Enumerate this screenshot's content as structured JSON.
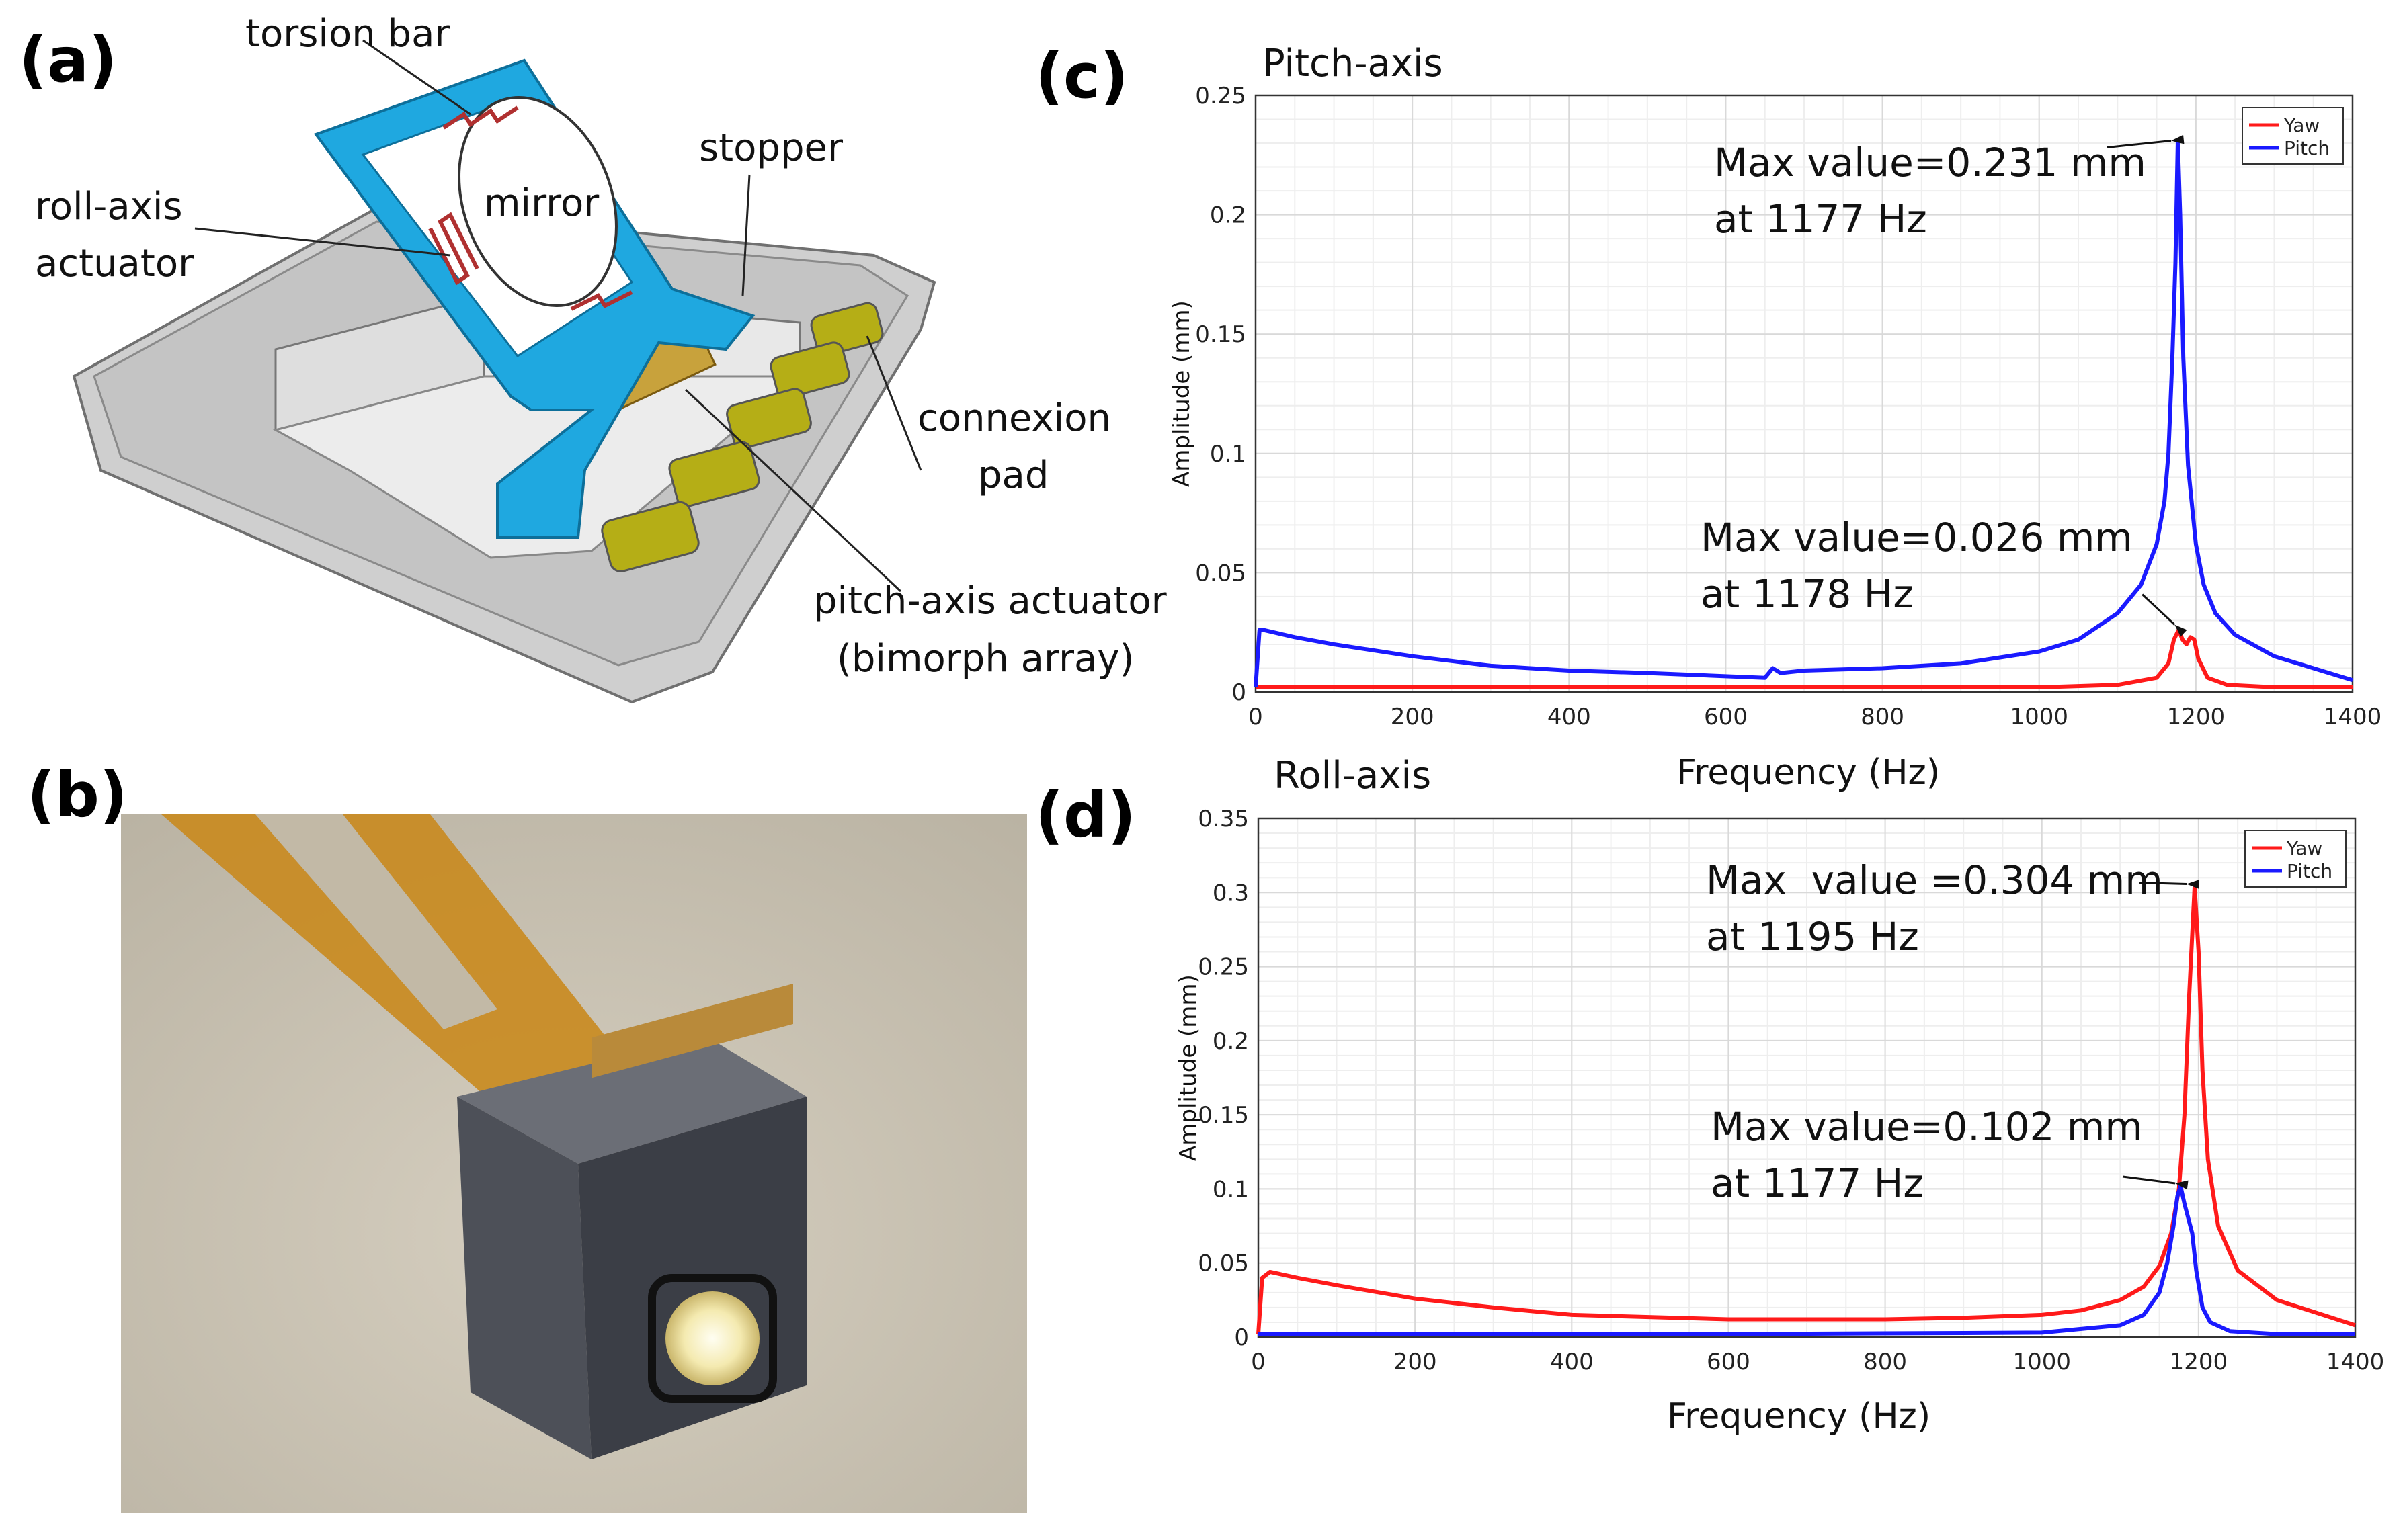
{
  "panels": {
    "a": "(a)",
    "b": "(b)",
    "c": "(c)",
    "d": "(d)"
  },
  "diagram": {
    "torsion_bar": "torsion bar",
    "mirror": "mirror",
    "stopper": "stopper",
    "roll_axis_1": "roll-axis",
    "roll_axis_2": "actuator",
    "connexion_1": "connexion",
    "connexion_2": "pad",
    "pitch_1": "pitch-axis actuator",
    "pitch_2": "(bimorph array)",
    "colors": {
      "frame": "#1fa8e0",
      "body": "#c9c9c9",
      "pad": "#b5ae16",
      "coil": "#c8a23c"
    }
  },
  "annotations": {
    "c_max_pitch": "Max value=0.231 mm\nat 1177 Hz",
    "c_max_yaw": "Max value=0.026 mm\nat 1178 Hz",
    "d_max_yaw": "Max  value =0.304 mm\nat 1195 Hz",
    "d_max_pitch": "Max value=0.102 mm\nat 1177 Hz"
  },
  "chart_data": [
    {
      "type": "line",
      "title": "Pitch-axis",
      "xlabel": "Frequency (Hz)",
      "ylabel": "Amplitude (mm)",
      "xlim": [
        0,
        1400
      ],
      "ylim": [
        0,
        0.25
      ],
      "xticks": [
        "0",
        "200",
        "400",
        "600",
        "800",
        "1000",
        "1200",
        "1400"
      ],
      "yticks": [
        "0",
        "0.05",
        "0.1",
        "0.15",
        "0.2",
        "0.25"
      ],
      "grid": true,
      "legend": "top-right",
      "series": [
        {
          "name": "Yaw",
          "color": "#ff1a1a",
          "x": [
            0,
            200,
            600,
            1000,
            1100,
            1150,
            1165,
            1172,
            1178,
            1183,
            1188,
            1193,
            1198,
            1203,
            1215,
            1240,
            1300,
            1400
          ],
          "y": [
            0.002,
            0.002,
            0.002,
            0.002,
            0.003,
            0.006,
            0.012,
            0.022,
            0.026,
            0.022,
            0.02,
            0.023,
            0.022,
            0.014,
            0.006,
            0.003,
            0.002,
            0.002
          ]
        },
        {
          "name": "Pitch",
          "color": "#1a1aff",
          "x": [
            0,
            5,
            10,
            50,
            100,
            200,
            300,
            400,
            500,
            650,
            660,
            670,
            700,
            800,
            900,
            1000,
            1050,
            1100,
            1130,
            1150,
            1160,
            1165,
            1170,
            1174,
            1177,
            1180,
            1184,
            1190,
            1200,
            1210,
            1225,
            1250,
            1300,
            1400
          ],
          "y": [
            0.002,
            0.026,
            0.026,
            0.023,
            0.02,
            0.015,
            0.011,
            0.009,
            0.008,
            0.006,
            0.01,
            0.008,
            0.009,
            0.01,
            0.012,
            0.017,
            0.022,
            0.033,
            0.045,
            0.062,
            0.08,
            0.1,
            0.14,
            0.18,
            0.231,
            0.2,
            0.14,
            0.095,
            0.062,
            0.045,
            0.033,
            0.024,
            0.015,
            0.005
          ]
        }
      ]
    },
    {
      "type": "line",
      "title": "Roll-axis",
      "xlabel": "Frequency (Hz)",
      "ylabel": "Amplitude (mm)",
      "xlim": [
        0,
        1400
      ],
      "ylim": [
        0,
        0.35
      ],
      "xticks": [
        "0",
        "200",
        "400",
        "600",
        "800",
        "1000",
        "1200",
        "1400"
      ],
      "yticks": [
        "0",
        "0.05",
        "0.1",
        "0.15",
        "0.2",
        "0.25",
        "0.3",
        "0.35"
      ],
      "grid": true,
      "legend": "top-right",
      "series": [
        {
          "name": "Yaw",
          "color": "#ff1a1a",
          "x": [
            0,
            5,
            15,
            50,
            100,
            200,
            300,
            400,
            600,
            800,
            900,
            1000,
            1050,
            1100,
            1130,
            1150,
            1165,
            1175,
            1182,
            1188,
            1195,
            1200,
            1205,
            1212,
            1225,
            1250,
            1300,
            1400
          ],
          "y": [
            0.002,
            0.04,
            0.044,
            0.04,
            0.035,
            0.026,
            0.02,
            0.015,
            0.012,
            0.012,
            0.013,
            0.015,
            0.018,
            0.025,
            0.034,
            0.048,
            0.07,
            0.1,
            0.15,
            0.23,
            0.304,
            0.26,
            0.18,
            0.12,
            0.075,
            0.045,
            0.025,
            0.008
          ]
        },
        {
          "name": "Pitch",
          "color": "#1a1aff",
          "x": [
            0,
            600,
            1000,
            1100,
            1130,
            1150,
            1160,
            1168,
            1173,
            1177,
            1182,
            1187,
            1192,
            1197,
            1205,
            1215,
            1240,
            1300,
            1400
          ],
          "y": [
            0.002,
            0.002,
            0.003,
            0.008,
            0.015,
            0.03,
            0.05,
            0.075,
            0.095,
            0.102,
            0.09,
            0.08,
            0.07,
            0.045,
            0.02,
            0.01,
            0.004,
            0.002,
            0.002
          ]
        }
      ]
    }
  ]
}
